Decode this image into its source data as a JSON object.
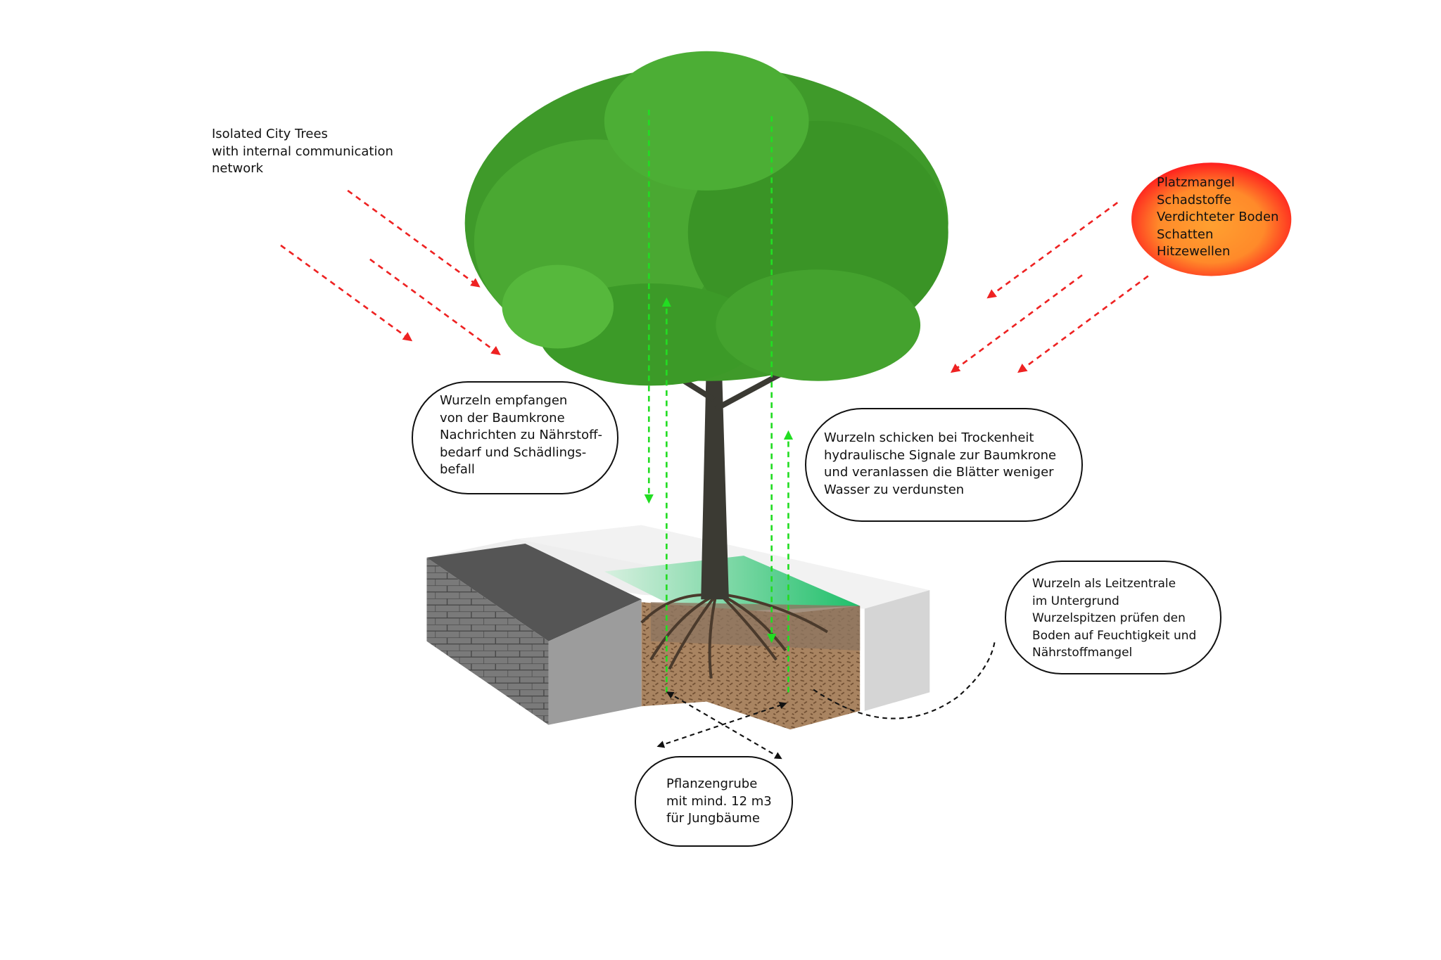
{
  "title_lines": [
    "Isolated City Trees",
    "with internal communication",
    "network"
  ],
  "stress_factors": [
    "Platzmangel",
    "Schadstoffe",
    "Verdichteter Boden",
    "Schatten",
    "Hitzewellen"
  ],
  "bubble_receive": [
    "Wurzeln empfangen",
    "von der Baumkrone",
    "Nachrichten zu Nährstoff-",
    "bedarf und Schädlings-",
    "befall"
  ],
  "bubble_send": [
    "Wurzeln schicken bei Trockenheit",
    "hydraulische Signale zur Baumkrone",
    "und veranlassen die Blätter weniger",
    "Wasser zu verdunsten"
  ],
  "bubble_control": [
    "Wurzeln als Leitzentrale",
    "im Untergrund",
    "Wurzelspitzen prüfen den",
    "Boden auf Feuchtigkeit und",
    "Nährstoffmangel"
  ],
  "bubble_pit": [
    "Pflanzengrube",
    "mit mind. 12 m3",
    "für Jungbäume"
  ],
  "colors": {
    "stress_arrow": "#ee2222",
    "signal_arrow": "#22dd22",
    "blob_center": "#ffa030",
    "blob_edge": "#ff1e1e",
    "foliage": "#3f9a2a"
  }
}
